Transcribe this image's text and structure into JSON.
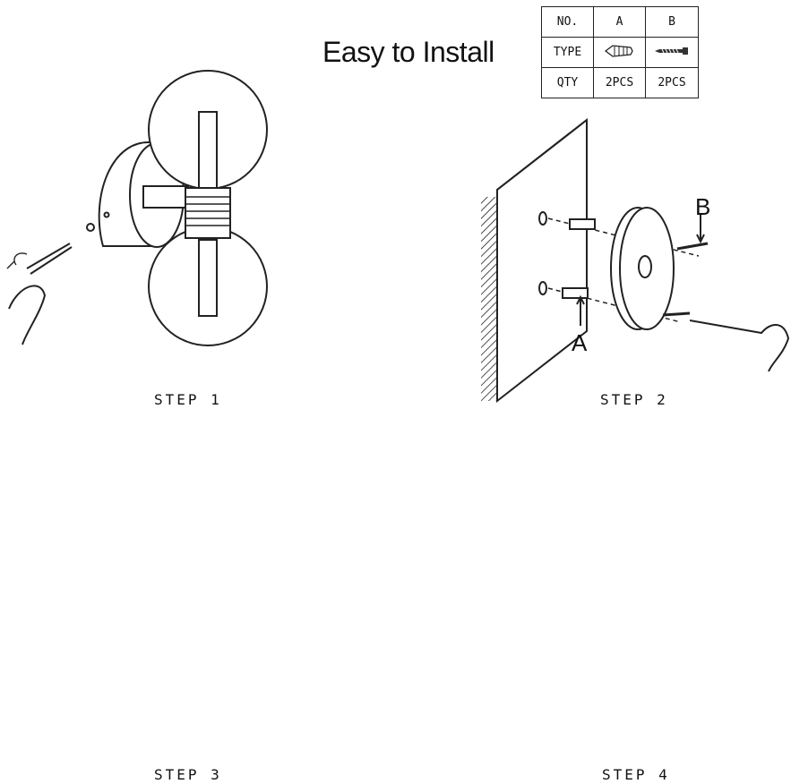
{
  "title": "Easy to Install",
  "parts_table": {
    "header": [
      "NO.",
      "A",
      "B"
    ],
    "rows": [
      {
        "label": "TYPE",
        "a_icon": "wall-anchor-icon",
        "b_icon": "screw-icon"
      },
      {
        "label": "QTY",
        "a": "2PCS",
        "b": "2PCS"
      }
    ]
  },
  "steps": [
    "STEP 1",
    "STEP 2",
    "STEP 3",
    "STEP 4"
  ],
  "callouts": {
    "a": "A",
    "b": "B"
  }
}
